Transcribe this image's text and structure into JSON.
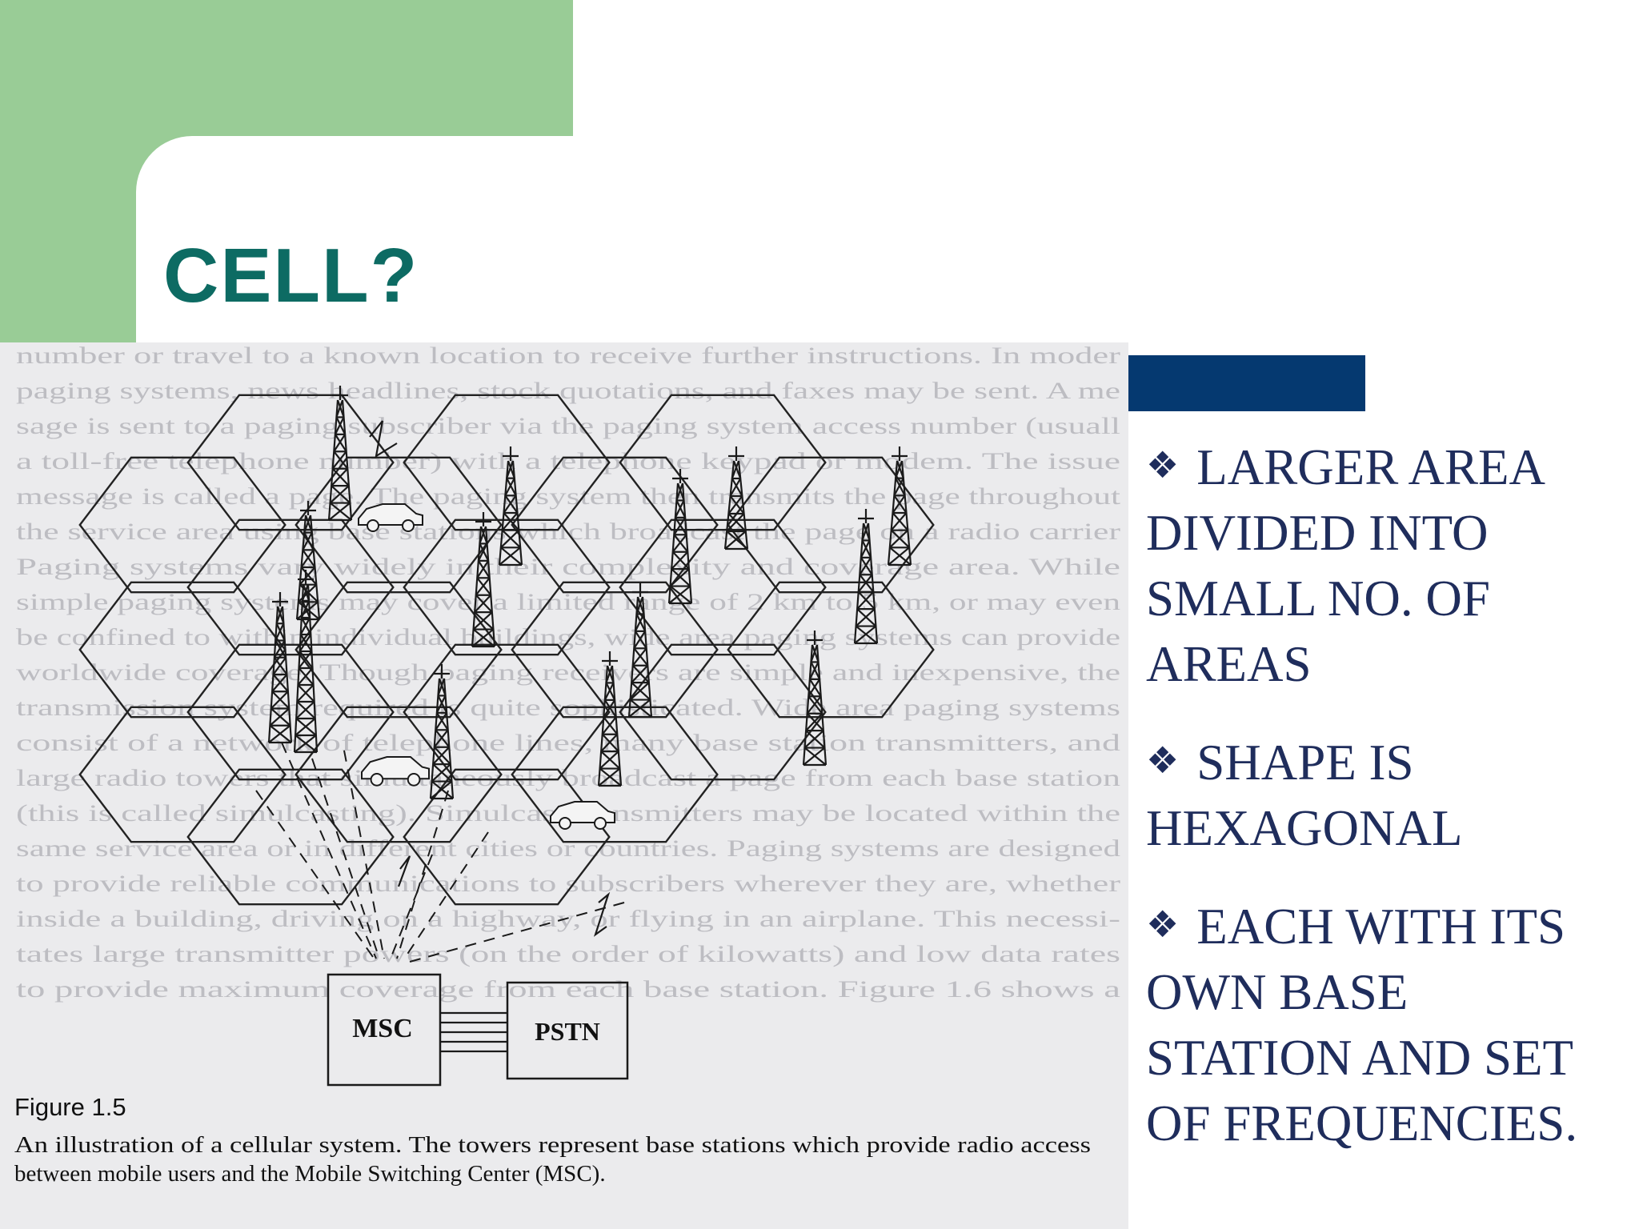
{
  "slide": {
    "title": "CELL?"
  },
  "figure": {
    "caption_label": "Figure 1.5",
    "caption_lines": [
      "An illustration of a cellular system. The towers represent base stations which provide radio access",
      "between mobile users and the Mobile Switching Center (MSC)."
    ],
    "msc_label": "MSC",
    "pstn_label": "PSTN",
    "background_text_lines": [
      "number or travel to a known location to receive further instructions. In moder",
      "paging systems, news headlines, stock quotations, and faxes may be sent. A me",
      "sage is sent to a paging subscriber via the paging system access number (usuall",
      "a toll-free telephone number) with a telephone keypad or modem. The issue",
      "message is called a page. The paging system then transmits the page throughout",
      "the service area using base stations which broadcast the page on a radio carrier",
      "Paging systems vary widely in their complexity and coverage area. While",
      "simple paging systems may cover a limited range of 2 km to 5 km, or may even",
      "be confined to within individual buildings, wide area paging systems can provide",
      "worldwide coverage. Though paging receivers are simple and inexpensive, the",
      "transmission system required is quite sophisticated. Wide area paging systems",
      "consist of a network of telephone lines, many base station transmitters, and",
      "large radio towers that simultaneously broadcast a page from each base station",
      "(this is called simulcasting). Simulcast transmitters may be located within the",
      "same service area or in different cities or countries. Paging systems are designed",
      "to provide reliable communications to subscribers wherever they are, whether",
      "inside a building, driving on a highway, or flying in an airplane. This necessi-",
      "tates large transmitter powers (on the order of kilowatts) and low data rates",
      "to provide maximum coverage from each base station. Figure 1.6 shows a"
    ]
  },
  "bullets": [
    {
      "mark": "❖",
      "text": "LARGER AREA DIVIDED INTO SMALL NO. OF AREAS"
    },
    {
      "mark": "❖",
      "text": "SHAPE IS HEXAGONAL"
    },
    {
      "mark": "❖",
      "text": "EACH WITH ITS OWN BASE STATION AND SET OF FREQUENCIES."
    }
  ],
  "colors": {
    "title": "#0d6b63",
    "green_block": "#99cc96",
    "navy_bar": "#053970",
    "bullet_text": "#1f2d5c"
  }
}
